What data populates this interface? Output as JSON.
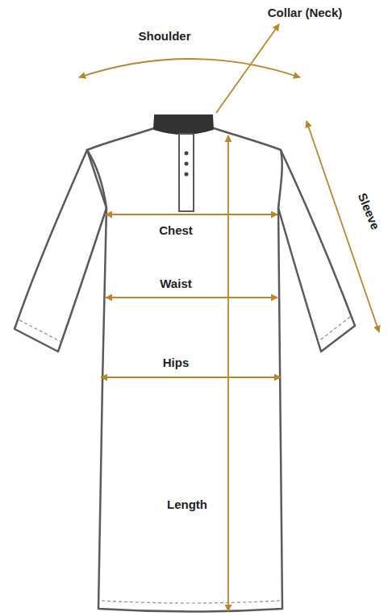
{
  "diagram": {
    "labels": [
      "Collar (Neck)",
      "Shoulder",
      "Sleeve",
      "Chest",
      "Waist",
      "Hips",
      "Length"
    ]
  }
}
